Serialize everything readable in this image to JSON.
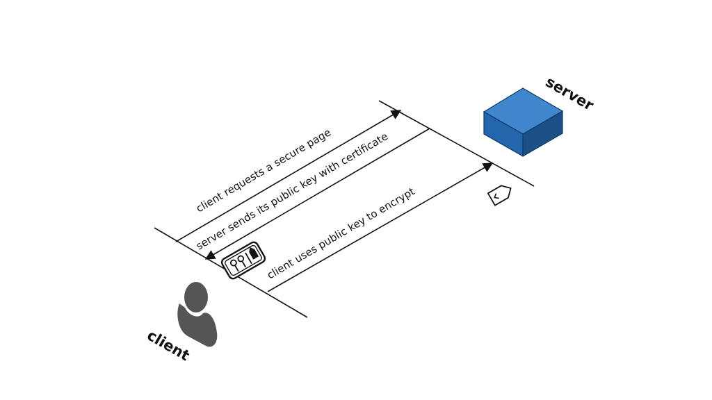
{
  "actors": {
    "client_label": "client",
    "server_label": "server"
  },
  "messages": [
    {
      "label": "client requests a secure page",
      "direction": "client-to-server"
    },
    {
      "label": "server sends its public key with certificate",
      "direction": "server-to-client"
    },
    {
      "label": "client uses public key to encrypt",
      "direction": "client-to-server"
    }
  ],
  "colors": {
    "server_top": "#3f86cc",
    "server_left": "#2466ab",
    "server_right": "#1b4f86",
    "client_icon": "#555555",
    "ink": "#111111"
  },
  "icons": {
    "client": "user-icon",
    "server": "server-box-icon",
    "certificate": "certificate-icon",
    "key": "key-tag-icon"
  }
}
